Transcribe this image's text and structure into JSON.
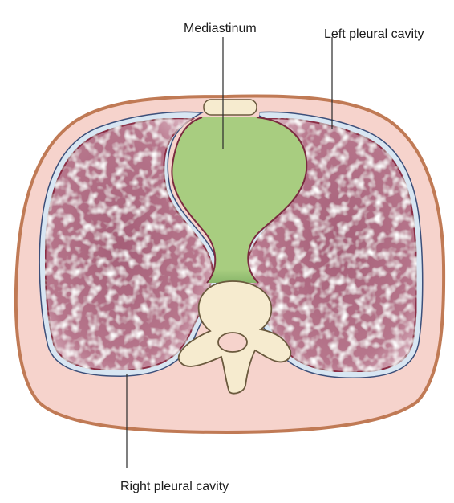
{
  "labels": {
    "mediastinum": "Mediastinum",
    "left_pleural_cavity": "Left pleural cavity",
    "right_pleural_cavity": "Right pleural cavity"
  },
  "colors": {
    "body_wall": "#f6d3cc",
    "body_outline": "#c07a55",
    "lung": "#b06d84",
    "lung_highlight": "#e8c9d2",
    "pleura_outer": "#3c4f7a",
    "pleura_gap": "#d8e6f2",
    "pleura_inner": "#8b2d45",
    "mediastinum": "#a9cd83",
    "mediastinum_outline": "#7a2b3f",
    "bone": "#f6ebcf",
    "bone_outline": "#6b5a3e"
  }
}
